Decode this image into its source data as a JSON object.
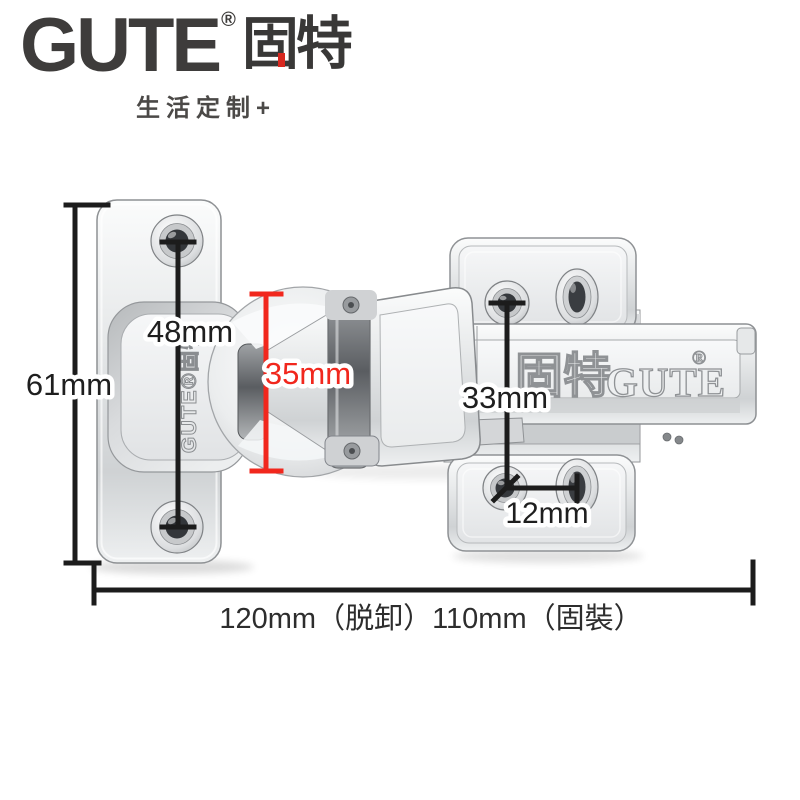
{
  "brand": {
    "latin": "GUTE",
    "registered": "®",
    "cjk": "固特",
    "tagline": "生活定制+"
  },
  "embossing": {
    "plate_vertical": "GUTE®固特",
    "arm_cjk": "固特",
    "arm_latin": "GUTE",
    "arm_registered": "®"
  },
  "annotations": {
    "plate_height": "61mm",
    "plate_hole_spacing": "48mm",
    "cup_diameter": "35mm",
    "base_hole_spacing": "33mm",
    "base_hole_offset": "12mm",
    "overall_length": "120mm（脱卸）110mm（固裝）"
  },
  "colors": {
    "accent_red": "#f1271d",
    "dimension_black": "#1c1c1c",
    "logo_dark": "#3e3c3b",
    "metal_light": "#f2f4f5",
    "metal_mid": "#d3d5d7"
  }
}
